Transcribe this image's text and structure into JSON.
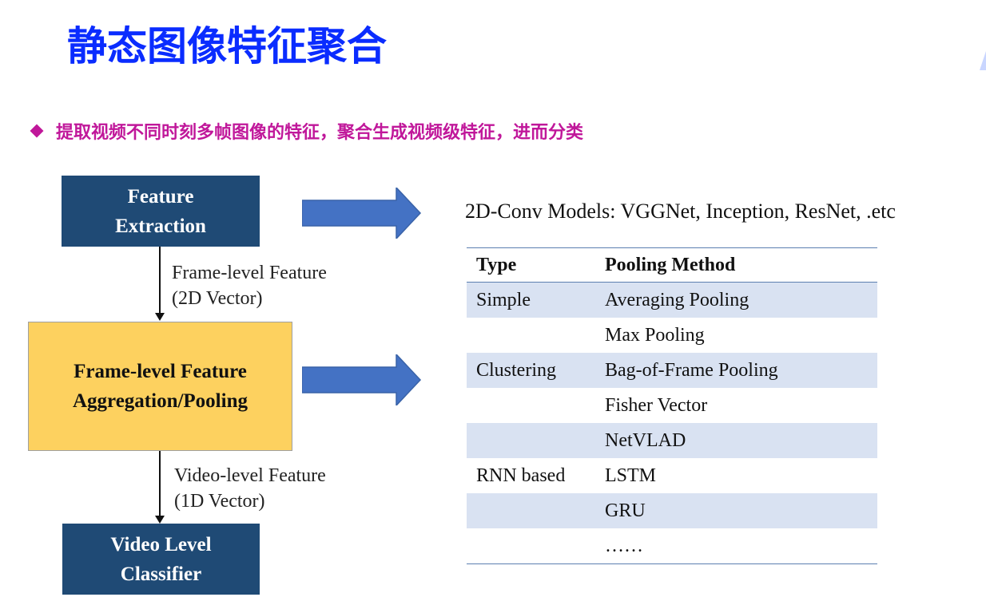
{
  "title": "静态图像特征聚合",
  "bullet": "提取视频不同时刻多帧图像的特征，聚合生成视频级特征，进而分类",
  "pipeline": {
    "feature_extraction": "Feature\nExtraction",
    "frame_label": "Frame-level Feature\n(2D Vector)",
    "aggregation": "Frame-level Feature\nAggregation/Pooling",
    "video_label": "Video-level Feature\n(1D Vector)",
    "classifier": "Video Level\nClassifier"
  },
  "models_text": "2D-Conv Models: VGGNet, Inception, ResNet, .etc",
  "table": {
    "headers": [
      "Type",
      "Pooling Method"
    ],
    "rows": [
      [
        "Simple",
        "Averaging Pooling"
      ],
      [
        "",
        "Max Pooling"
      ],
      [
        "Clustering",
        "Bag-of-Frame Pooling"
      ],
      [
        "",
        "Fisher Vector"
      ],
      [
        "",
        "NetVLAD"
      ],
      [
        "RNN based",
        "LSTM"
      ],
      [
        "",
        "GRU"
      ],
      [
        "",
        "……"
      ]
    ]
  },
  "colors": {
    "title": "#0a2cff",
    "bullet": "#c0179a",
    "box_dark": "#1f4a75",
    "box_yellow": "#fdd15f",
    "arrow_fill": "#4472c4",
    "row_shade": "#d9e2f2"
  }
}
